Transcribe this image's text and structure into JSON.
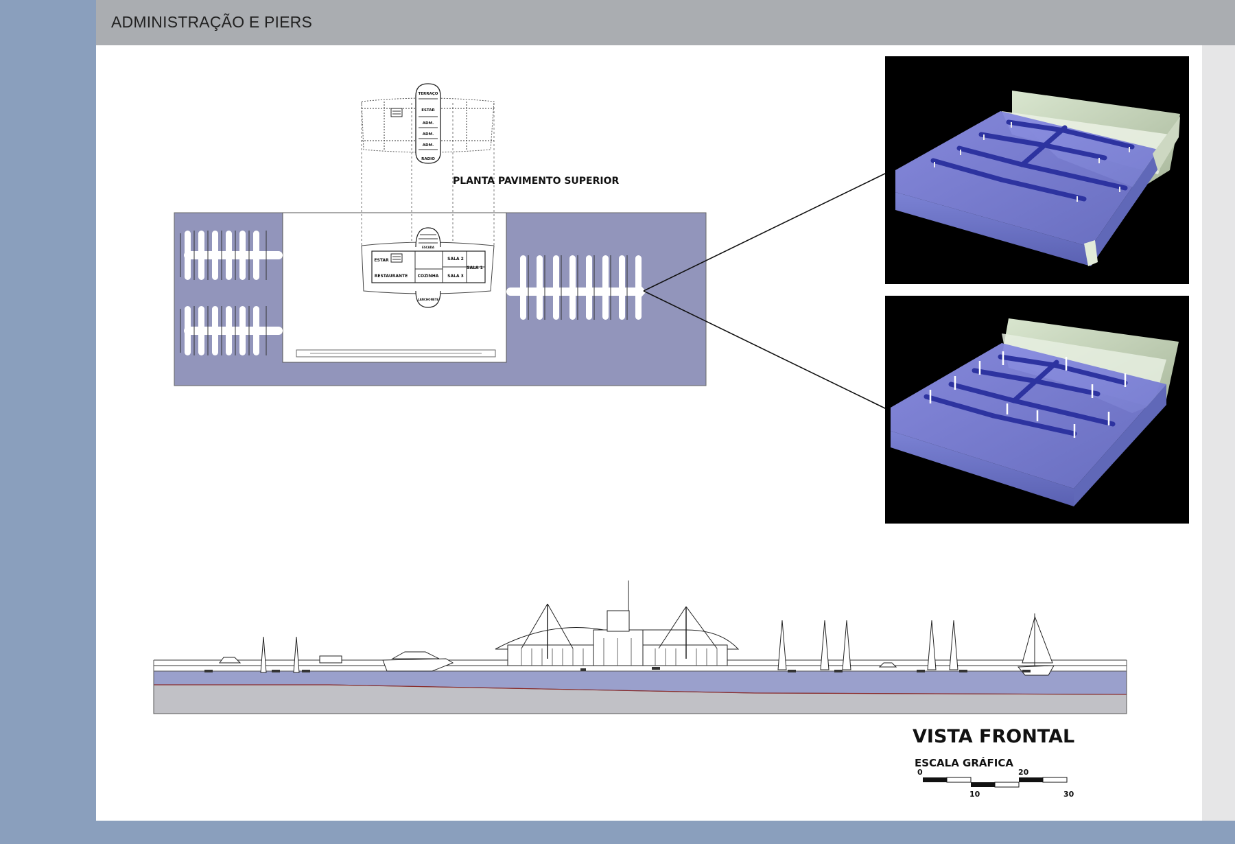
{
  "sheet": {
    "title": "ADMINISTRAÇÃO E PIERS"
  },
  "upper_plan": {
    "label": "PLANTA PAVIMENTO SUPERIOR",
    "rooms": [
      "TERRAÇO",
      "ESTAR",
      "ADM.",
      "ADM.",
      "ADM.",
      "RADIO"
    ]
  },
  "ground_plan": {
    "rooms": [
      "ESTAR",
      "RESTAURANTE",
      "COZINHA",
      "SALA 2",
      "SALA 1",
      "SALA 3",
      "ESCADA",
      "LANCHONETE"
    ]
  },
  "frontal_view": {
    "title": "VISTA FRONTAL",
    "scale_label": "ESCALA GRÁFICA",
    "scale_marks": [
      "0",
      "10",
      "20",
      "30"
    ]
  },
  "colors": {
    "water": "#9295bb",
    "render_bg": "#000000",
    "pier_blue": "#3a3fa8",
    "sea_section": "#9aa0cc",
    "ground_section": "#c1c1c6"
  }
}
